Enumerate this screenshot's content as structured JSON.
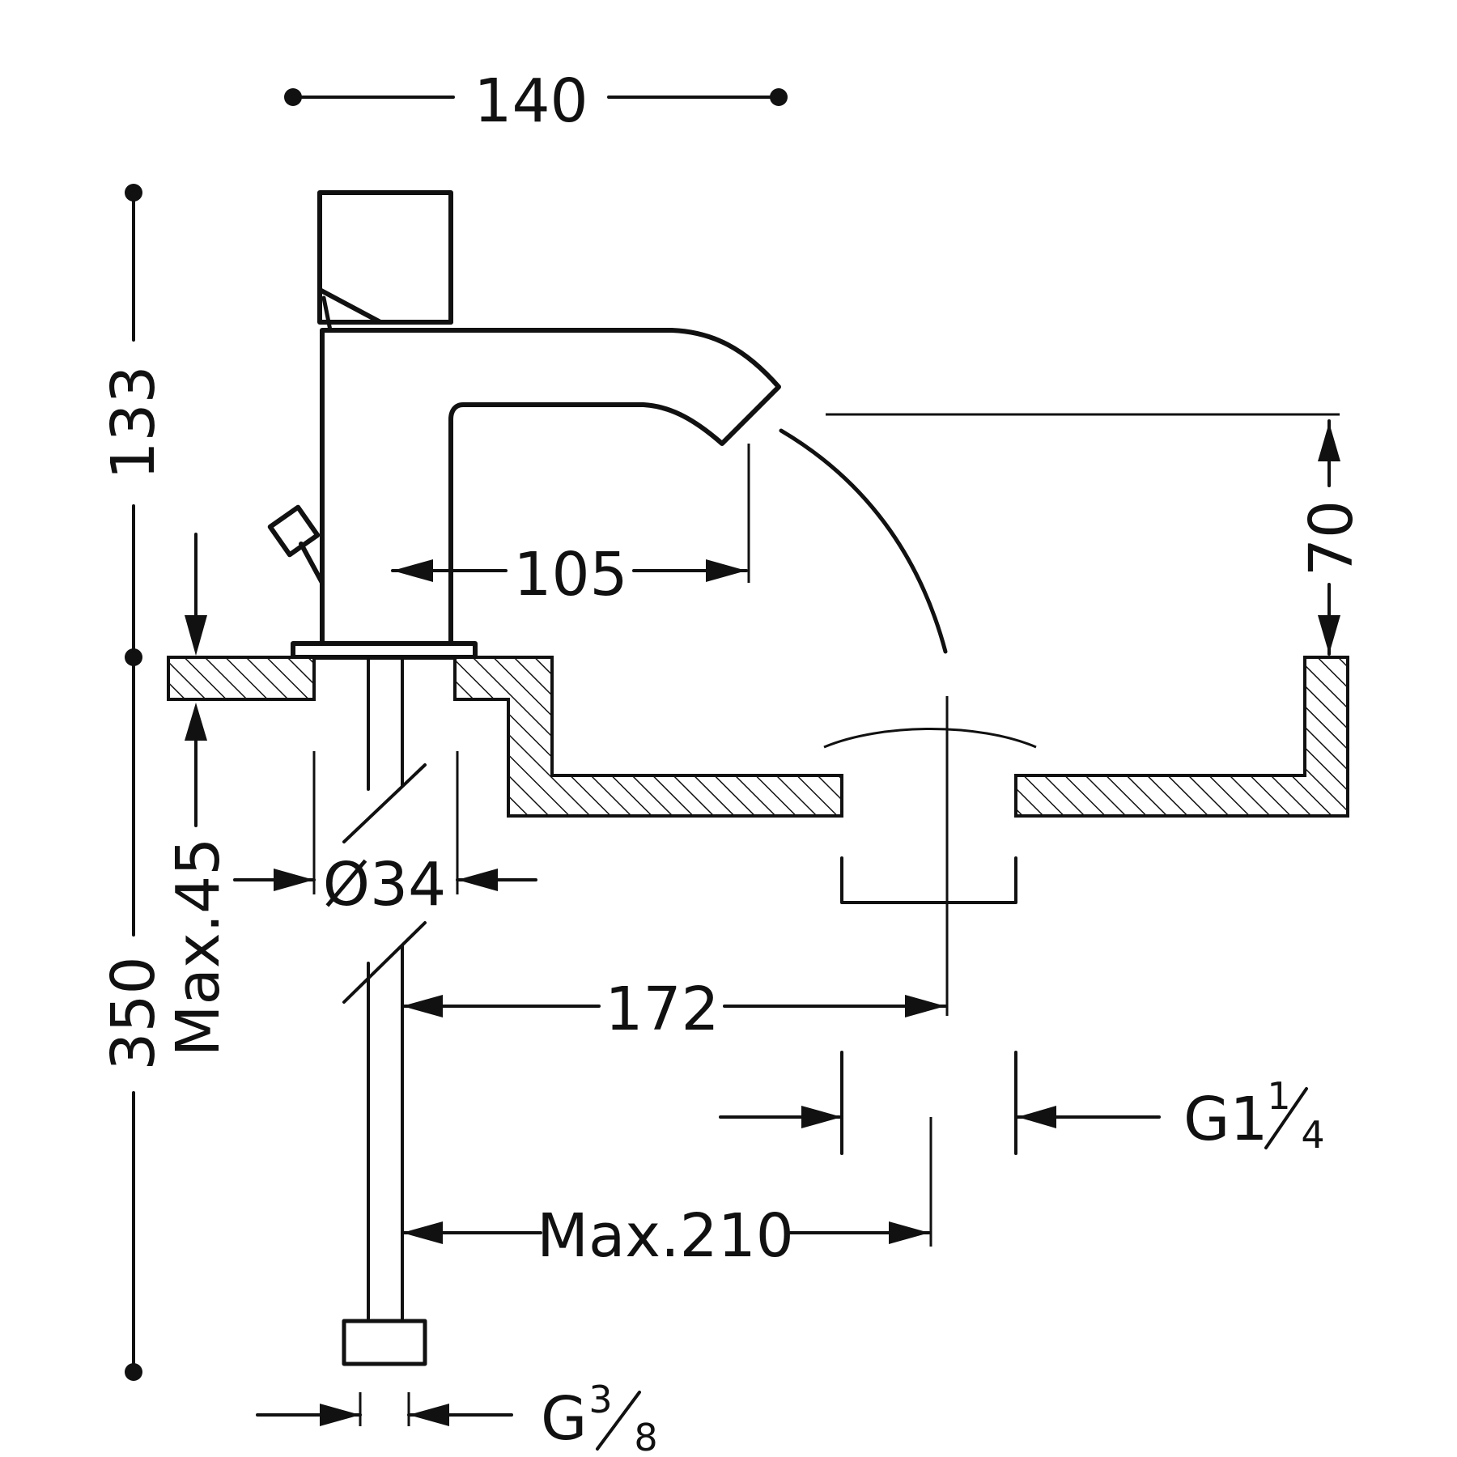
{
  "diagram": {
    "colors": {
      "line": "#111111",
      "background": "#ffffff"
    },
    "dimensions": {
      "width_top": "140",
      "height_upper": "133",
      "height_total": "350",
      "max_thickness": "Max.45",
      "spout_reach": "105",
      "spout_height": "70",
      "hole_diameter": "Ø34",
      "waste_distance": "172",
      "max_distance": "Max.210",
      "waste_thread": {
        "prefix": "G1",
        "num": "1",
        "den": "4"
      },
      "supply_thread": {
        "prefix": "G",
        "num": "3",
        "den": "8"
      }
    }
  }
}
